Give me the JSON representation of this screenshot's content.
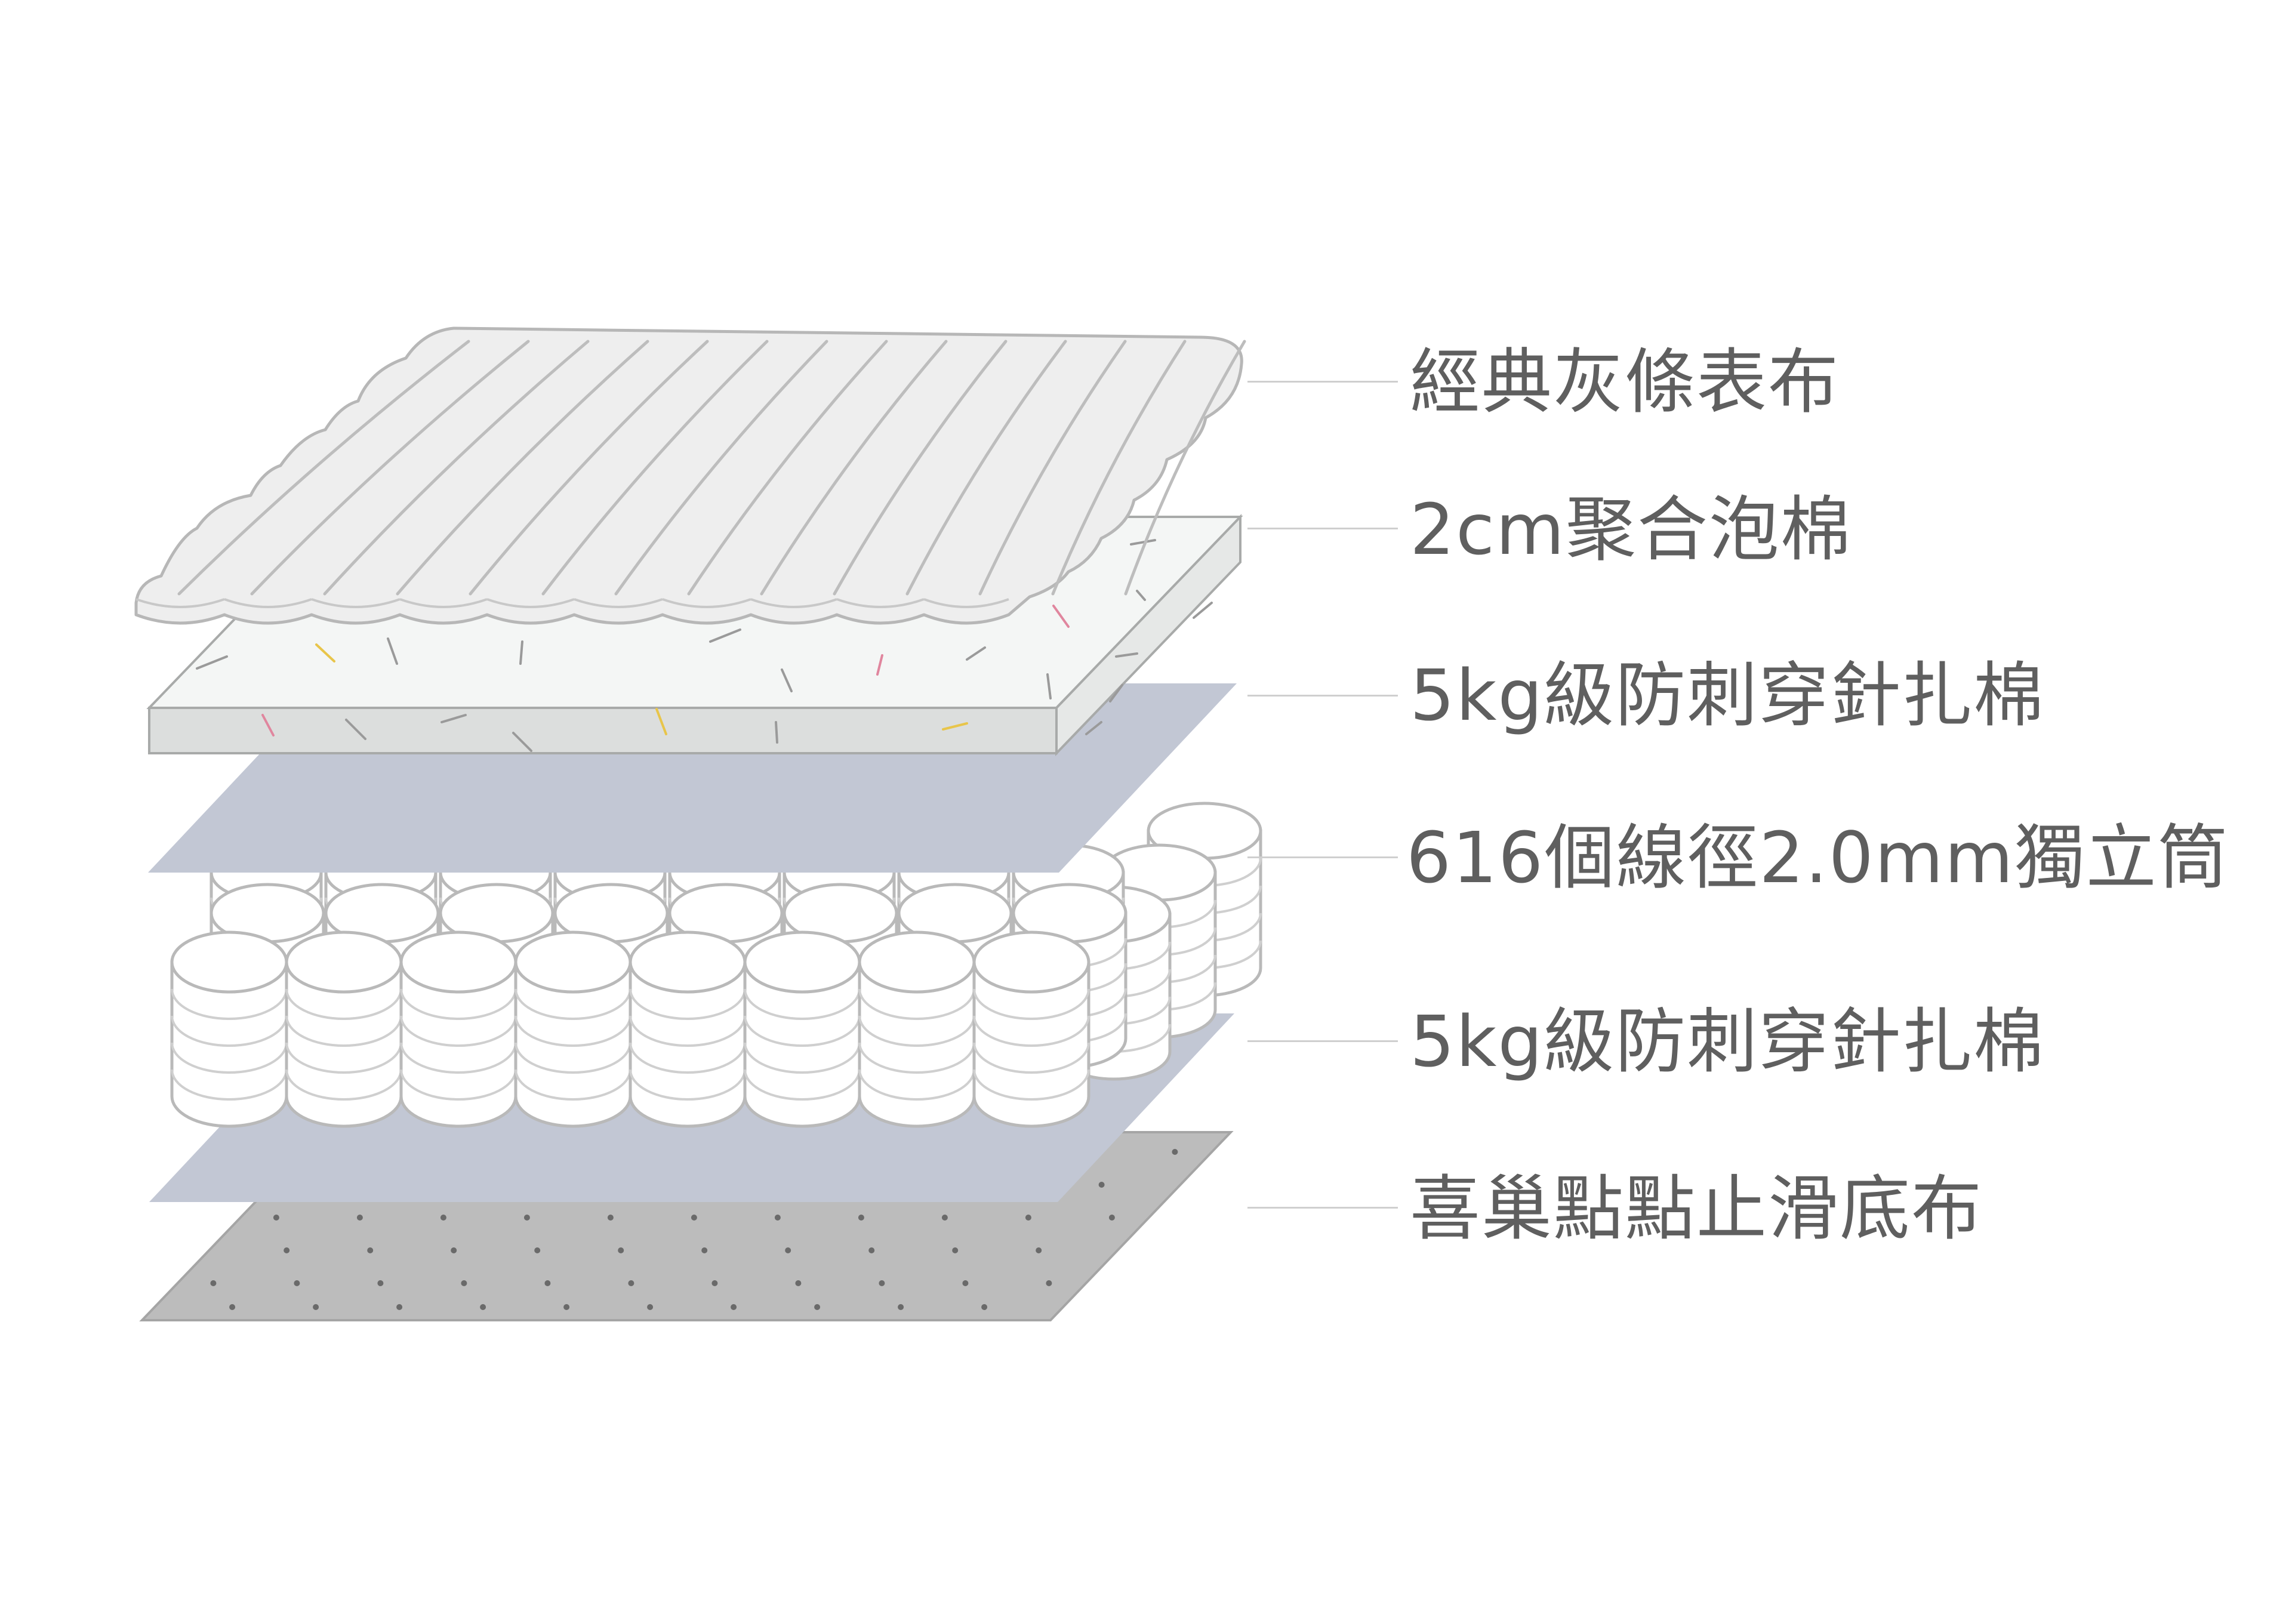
{
  "layers": [
    {
      "label": "經典灰條表布",
      "fill": "#eeeeee",
      "stroke": "#b7b7b7"
    },
    {
      "label": "2cm聚合泡棉",
      "fill": "#f4f6f5",
      "stroke": "#a8aaa9"
    },
    {
      "label": "5kg級防刺穿針扎棉",
      "fill": "#c2c7d4",
      "stroke": "#c2c7d4"
    },
    {
      "label": "616個線徑2.0mm獨立筒",
      "fill": "#ffffff",
      "stroke": "#b9b9b9"
    },
    {
      "label": "5kg級防刺穿針扎棉",
      "fill": "#c2c7d4",
      "stroke": "#c2c7d4"
    },
    {
      "label": "喜巢點點止滑底布",
      "fill": "#bcbcbc",
      "stroke": "#a5a5a5"
    }
  ],
  "colors": {
    "label_text": "#5f5f5f",
    "leader_line": "#cfcfcf",
    "fiber_accents": [
      "#e0869e",
      "#e8c54a",
      "#9a9a9a"
    ]
  }
}
